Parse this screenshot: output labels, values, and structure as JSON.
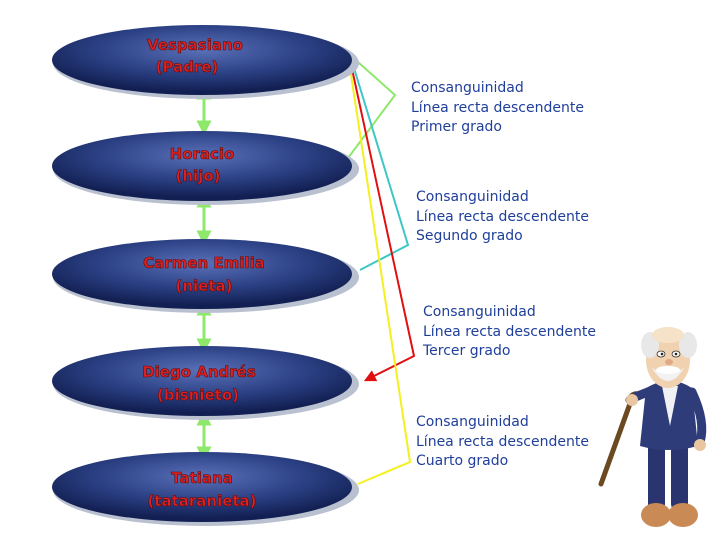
{
  "nodes": [
    {
      "name": "Vespasiano",
      "role": "(Padre)"
    },
    {
      "name": "Horacio",
      "role": "(hijo)"
    },
    {
      "name": "Carmen Emilia",
      "role": "(nieta)"
    },
    {
      "name": "Diego Andrés",
      "role": "(bisnieto)"
    },
    {
      "name": "Tatiana",
      "role": "(tataranieta)"
    }
  ],
  "relations": [
    {
      "type": "Consanguinidad",
      "line": "Línea recta descendente",
      "degree": "Primer grado",
      "color": "#8ee86a"
    },
    {
      "type": "Consanguinidad",
      "line": "Línea recta descendente",
      "degree": "Segundo grado",
      "color": "#3fc6c6"
    },
    {
      "type": "Consanguinidad",
      "line": "Línea recta descendente",
      "degree": "Tercer grado",
      "color": "#e01010"
    },
    {
      "type": "Consanguinidad",
      "line": "Línea recta descendente",
      "degree": "Cuarto grado",
      "color": "#f4f020"
    }
  ],
  "colors": {
    "node_fill_center": "#4a5fa8",
    "node_fill_edge": "#14265c",
    "node_text": "#e02020",
    "connector": "#8ee86a",
    "relation_text": "#1f3f9a"
  },
  "illustration": "old-man-with-cane"
}
